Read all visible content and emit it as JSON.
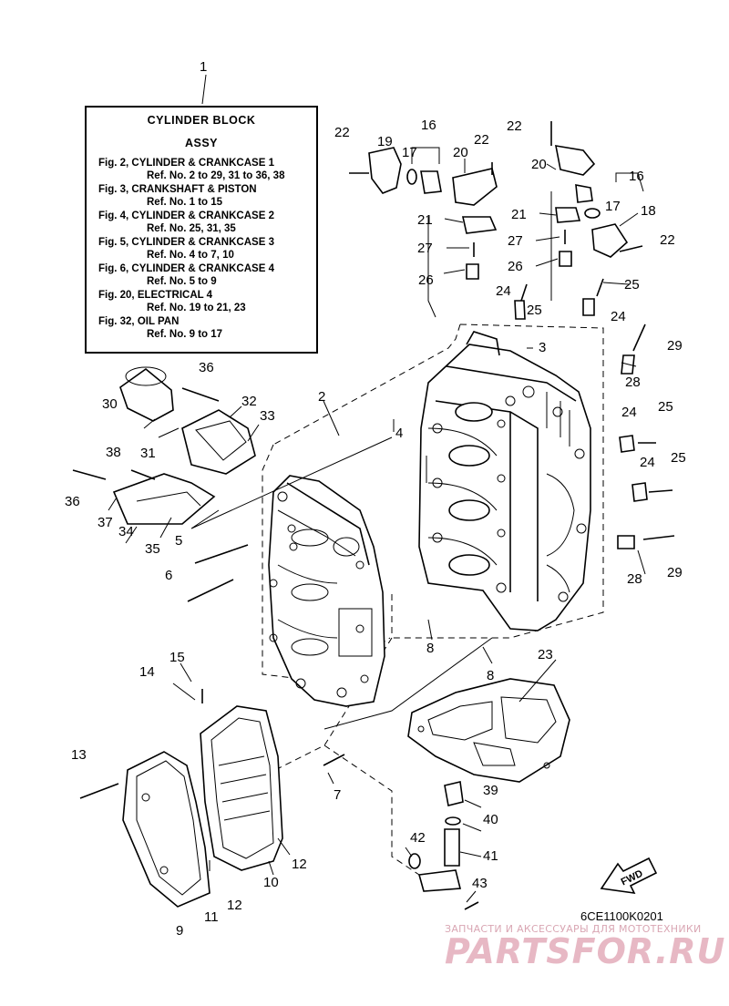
{
  "info_box": {
    "title_1": "CYLINDER  BLOCK",
    "title_2": "ASSY",
    "lines": [
      "Fig. 2, CYLINDER & CRANKCASE 1",
      "Ref. No. 2 to 29, 31 to 36, 38",
      "Fig. 3, CRANKSHAFT & PISTON",
      "Ref. No. 1 to 15",
      "Fig. 4, CYLINDER & CRANKCASE 2",
      "Ref. No. 25, 31, 35",
      "Fig. 5, CYLINDER & CRANKCASE 3",
      "Ref. No. 4 to 7, 10",
      "Fig. 6, CYLINDER & CRANKCASE 4",
      "Ref. No. 5 to 9",
      "Fig. 20, ELECTRICAL 4",
      "Ref. No. 19 to 21, 23",
      "Fig. 32, OIL PAN",
      "Ref. No. 9 to 17"
    ]
  },
  "callouts": [
    "1",
    "2",
    "3",
    "4",
    "5",
    "6",
    "7",
    "8",
    "8",
    "9",
    "10",
    "11",
    "12",
    "12",
    "13",
    "14",
    "15",
    "16",
    "16",
    "17",
    "17",
    "18",
    "19",
    "20",
    "20",
    "21",
    "21",
    "22",
    "22",
    "22",
    "22",
    "23",
    "24",
    "24",
    "24",
    "24",
    "25",
    "25",
    "25",
    "25",
    "26",
    "26",
    "27",
    "27",
    "28",
    "28",
    "29",
    "29",
    "30",
    "31",
    "32",
    "33",
    "34",
    "35",
    "36",
    "36",
    "37",
    "38",
    "39",
    "40",
    "41",
    "42",
    "43"
  ],
  "fwd_label": "FWD",
  "diagram_code": "6CE1100K0201",
  "watermark": {
    "small": "ЗАПЧАСТИ И АКСЕССУАРЫ ДЛЯ МОТОТЕХНИКИ",
    "big": "PARTSFOR.RU"
  },
  "colors": {
    "ink": "#000000",
    "watermark": "#e2a9b8",
    "background": "#ffffff"
  }
}
